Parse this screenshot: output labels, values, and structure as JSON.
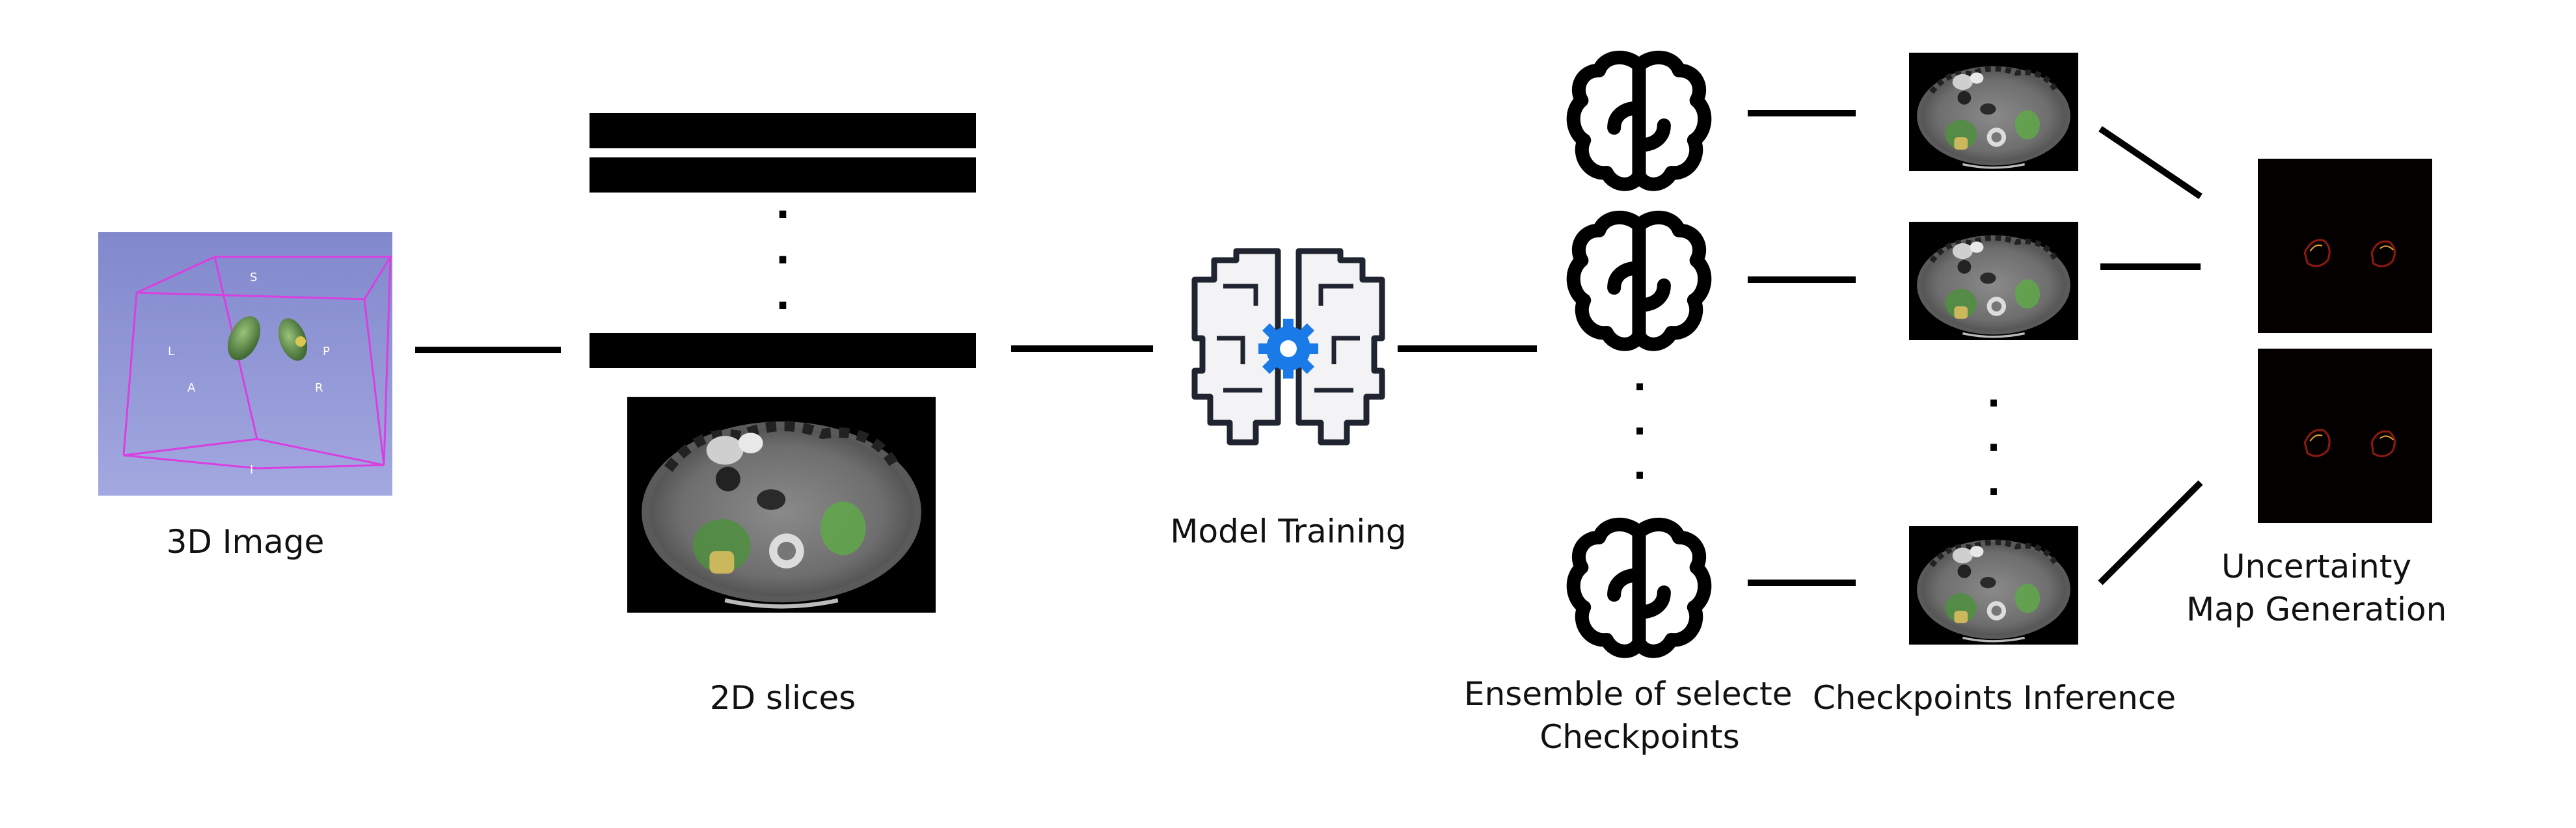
{
  "captions": {
    "image3d": "3D Image",
    "slices2d": "2D slices",
    "training": "Model Training",
    "ensemble_line1": "Ensemble of selected",
    "ensemble_line2": "Checkpoints",
    "inference": "Checkpoints Inference",
    "uncertainty_line1": "Uncertainty",
    "uncertainty_line2": "Map Generation"
  },
  "volume_labels": {
    "superior": "S",
    "inferior": "I",
    "left": "L",
    "right": "R",
    "anterior": "A",
    "posterior": "P"
  },
  "ellipsis_dot": "."
}
